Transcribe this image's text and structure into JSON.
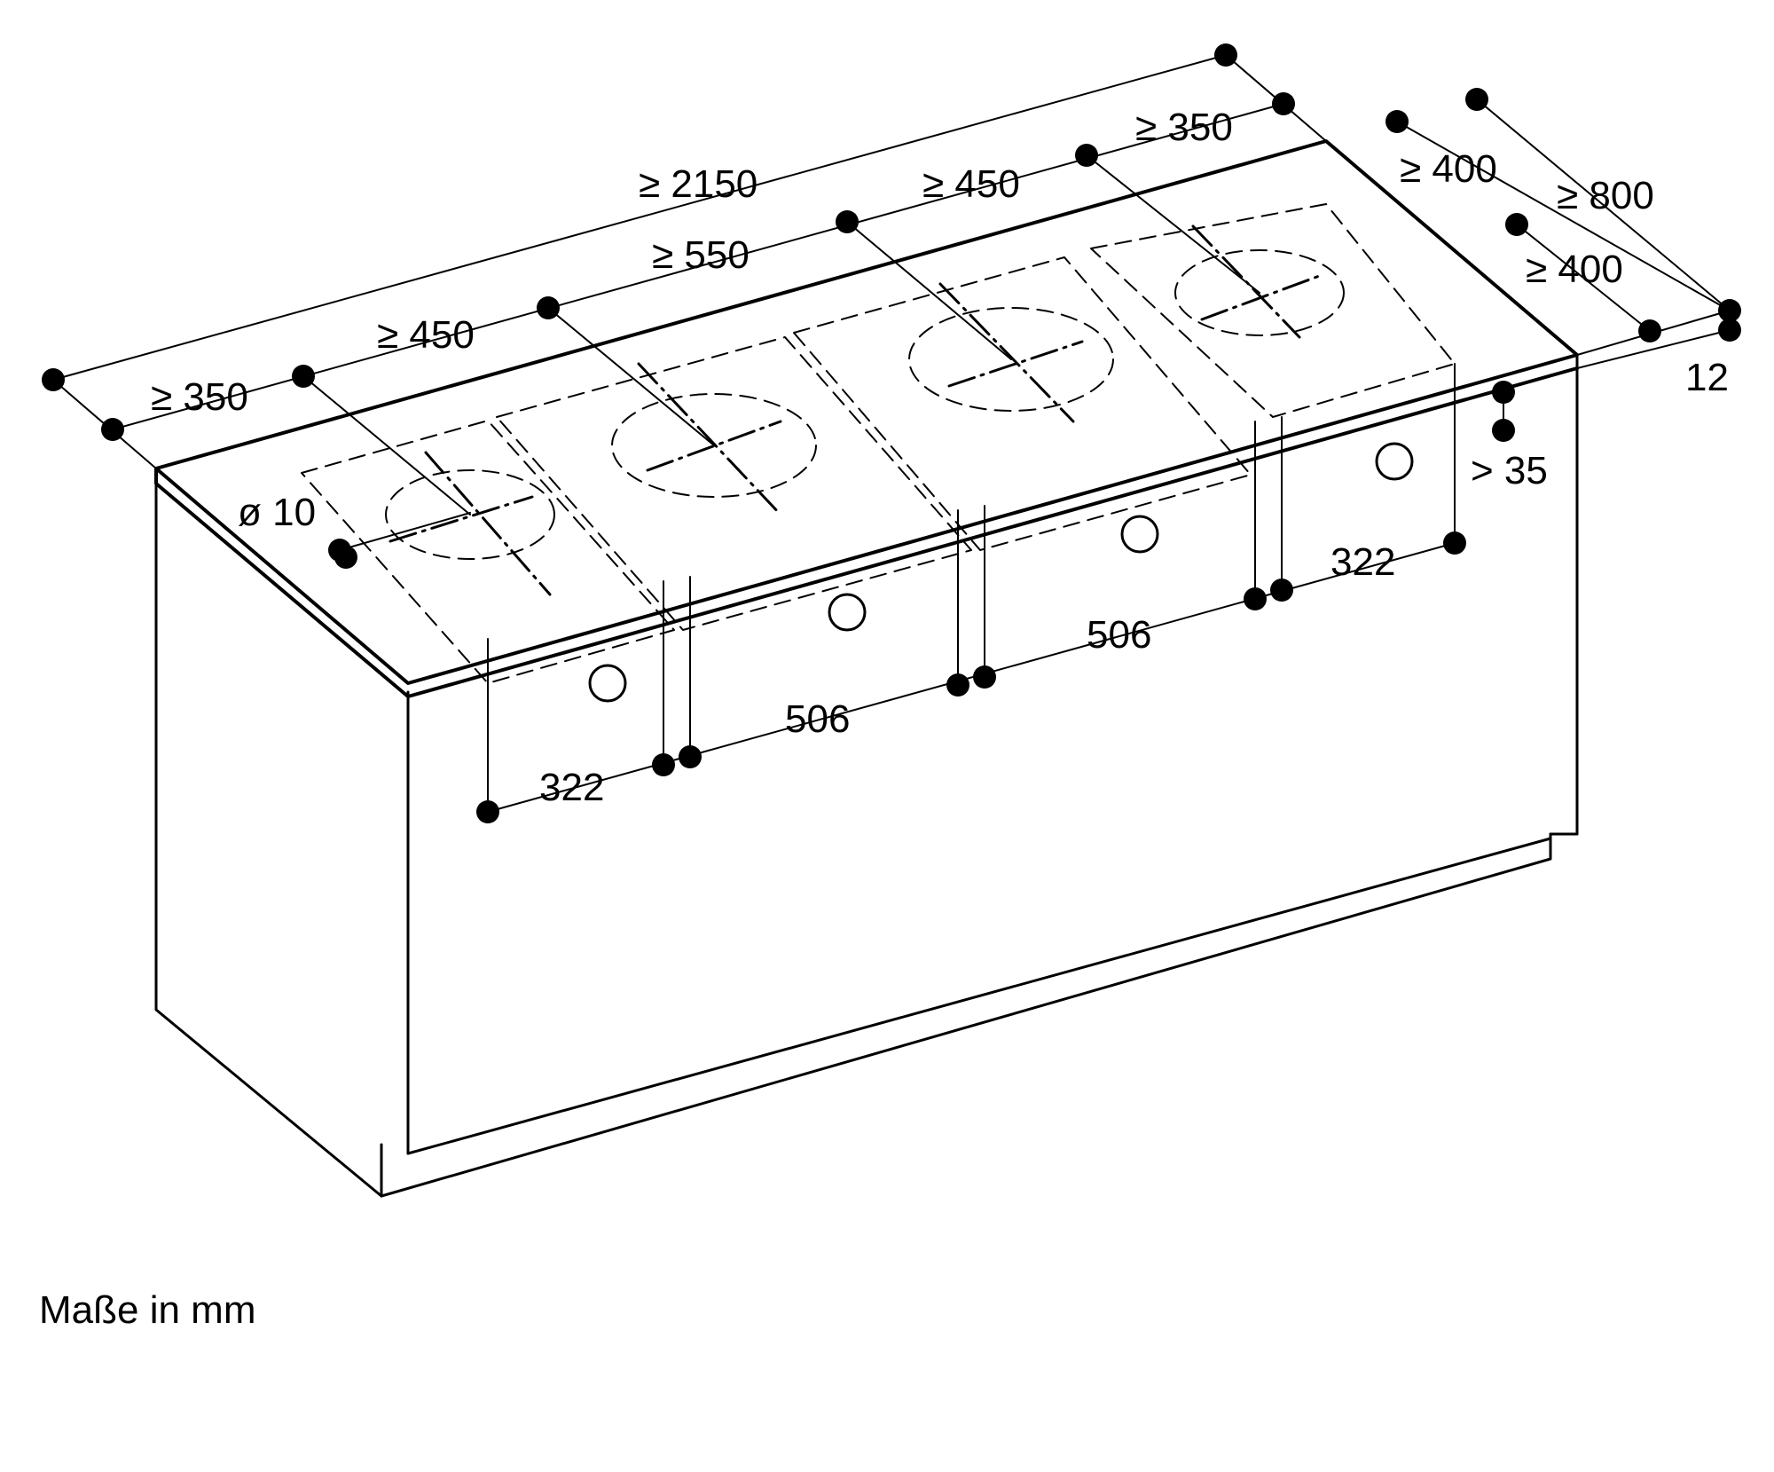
{
  "diagram": {
    "title": "Installation dimensions drawing – cooktop in worktop (isometric)",
    "caption": "Maße in mm",
    "colors": {
      "line": "#000000",
      "background": "#ffffff"
    },
    "labels": {
      "overall_length": "≥ 2150",
      "left_clearance": "≥ 350",
      "zone1_spacing": "≥ 450",
      "zone2_spacing": "≥ 550",
      "zone3_spacing": "≥ 450",
      "right_clearance": "≥ 350",
      "rear_clearance": "≥ 400",
      "depth_total": "≥ 800",
      "front_clearance": "≥ 400",
      "worktop_thickness": "12",
      "knob_depth": "> 35",
      "hole_diameter": "ø 10",
      "cutout_left": "322",
      "cutout_mid_left": "506",
      "cutout_mid_right": "506",
      "cutout_right": "322"
    }
  }
}
